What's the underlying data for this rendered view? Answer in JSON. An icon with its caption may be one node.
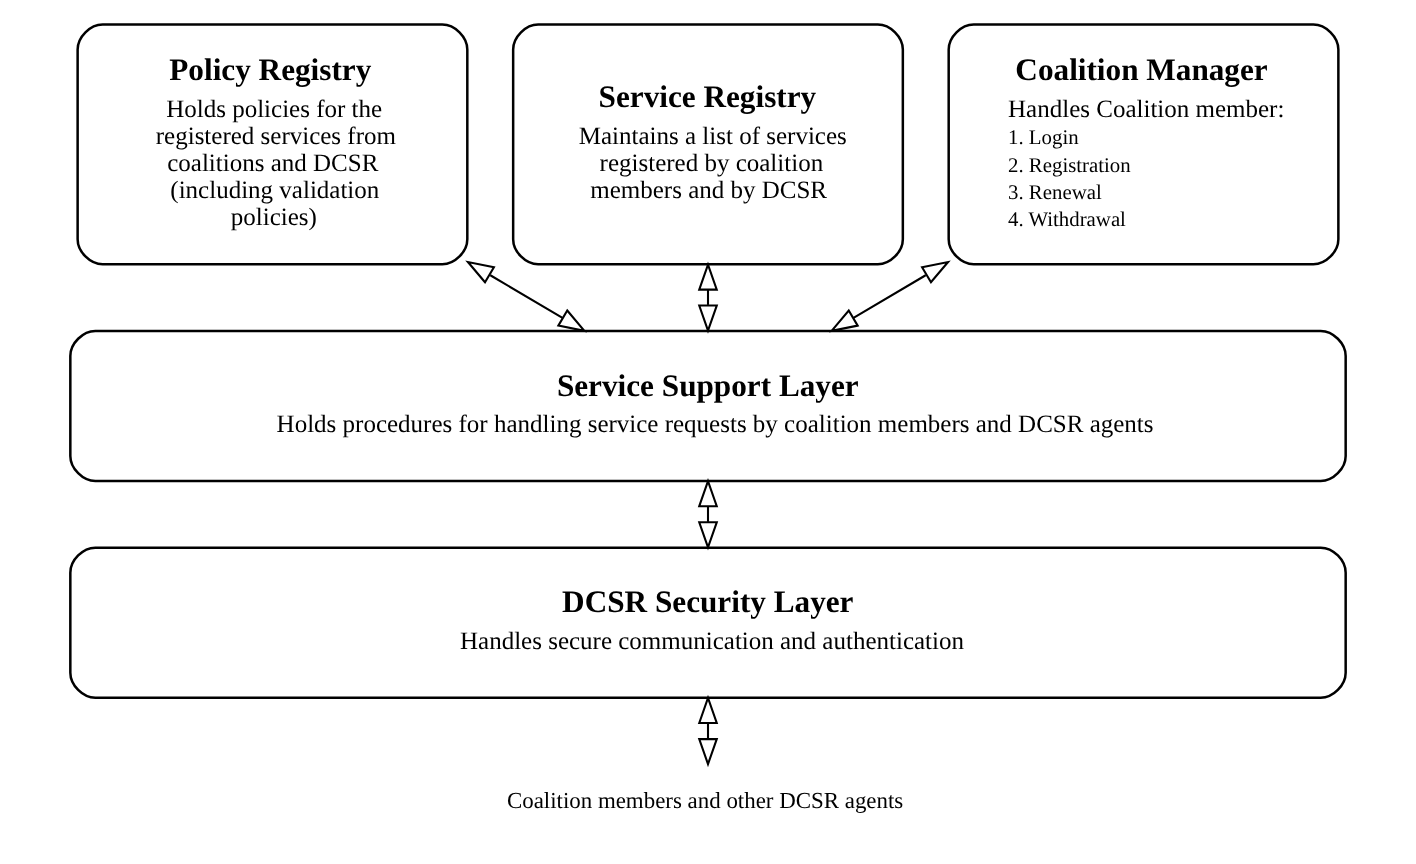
{
  "diagram": {
    "nodes": [
      {
        "text": [
          "Policy Registry",
          "Holds policies for the registered services from coalitions and DCSR (including validation policies)"
        ]
      },
      {
        "text": [
          "Service Registry",
          "Maintains a list of services registered by coalition members and by DCSR"
        ]
      },
      {
        "text": [
          "Coalition Manager",
          "Handles Coalition member:",
          "1. Login",
          "2. Registration",
          "3. Renewal",
          "4. Withdrawal"
        ]
      },
      {
        "text": [
          "Service Support Layer",
          "Holds procedures for handling service requests by coalition members and DCSR agents"
        ]
      },
      {
        "text": [
          "DCSR Security Layer",
          "Handles secure communication and authentication"
        ]
      },
      {
        "text": [
          "Coalition members and other DCSR agents"
        ]
      }
    ],
    "edges": [
      {
        "from": 0,
        "to": 3,
        "arrow": "both"
      },
      {
        "from": 1,
        "to": 3,
        "arrow": "both"
      },
      {
        "from": 2,
        "to": 3,
        "arrow": "both"
      },
      {
        "from": 3,
        "to": 4,
        "arrow": "both"
      },
      {
        "from": 4,
        "to": 5,
        "arrow": "both"
      }
    ]
  }
}
